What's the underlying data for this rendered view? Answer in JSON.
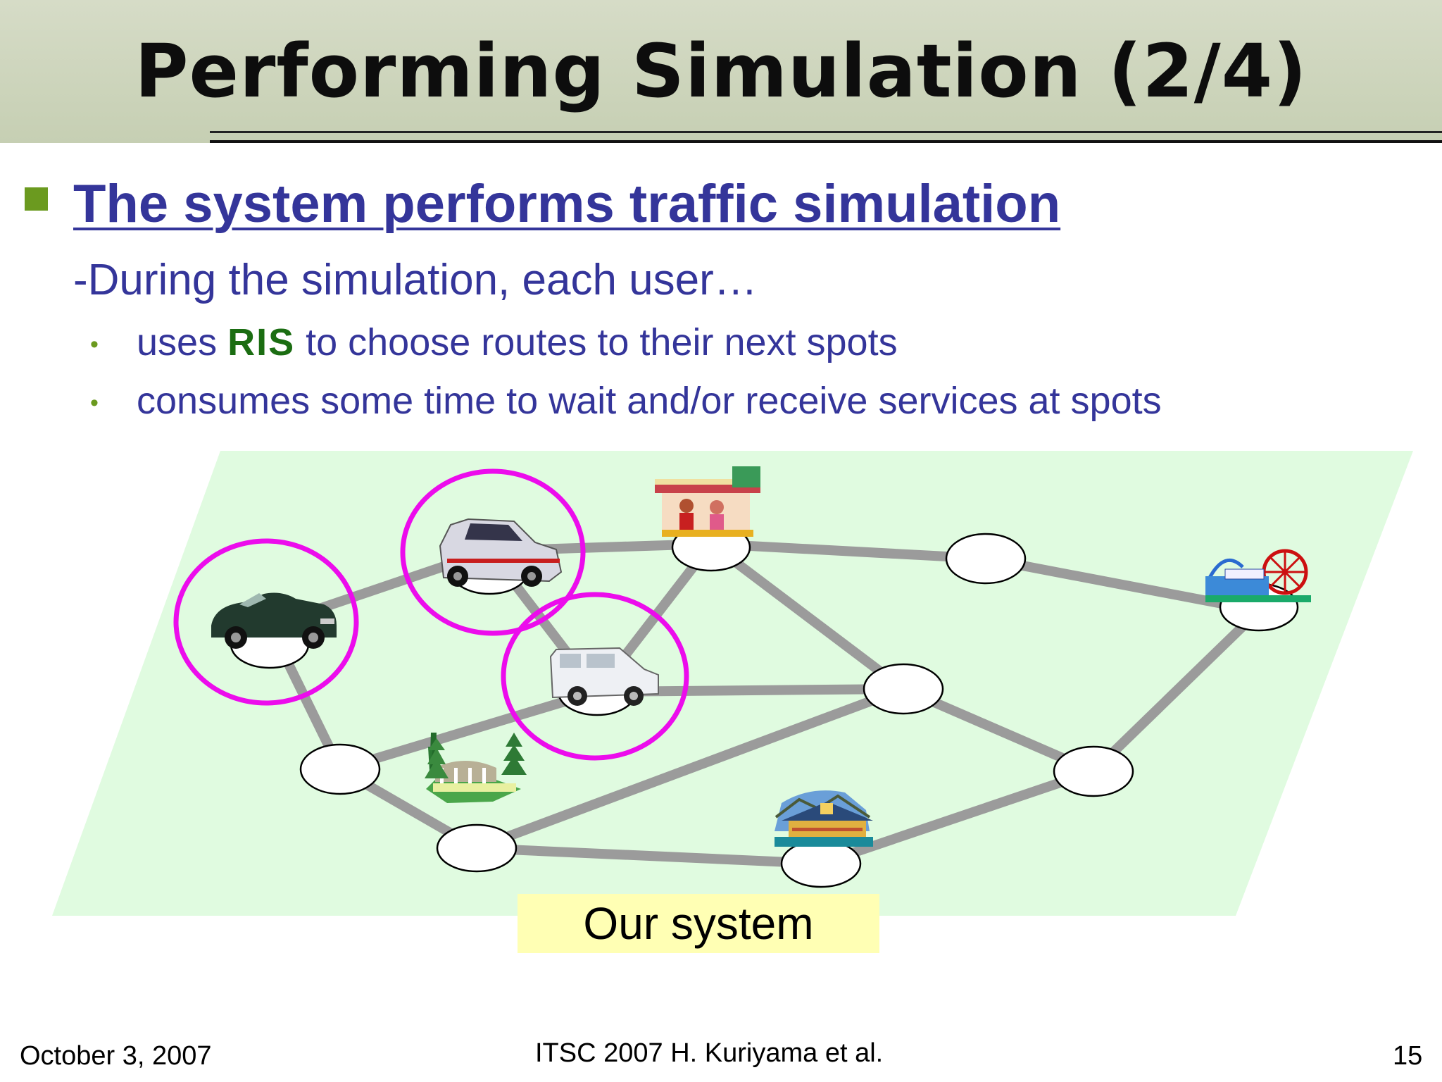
{
  "slide": {
    "title": "Performing Simulation (2/4)",
    "heading": "The system performs traffic simulation",
    "subheading": "-During the simulation, each user…",
    "bullets": [
      {
        "pre": "uses ",
        "highlight": "RIS",
        "post": " to choose routes to their next spots"
      },
      {
        "text": "consumes some time to wait and/or receive services at spots"
      }
    ],
    "caption": "Our system"
  },
  "footer": {
    "date": "October 3, 2007",
    "center": "ITSC 2007 H. Kuriyama et al.",
    "page": "15"
  },
  "diagram": {
    "icons": [
      "convertible-car-icon",
      "hatchback-car-icon",
      "minivan-icon",
      "cafe-icon",
      "amusement-park-icon",
      "museum-icon",
      "temple-icon"
    ],
    "colors": {
      "ground": "#e0fbe0",
      "road": "#9b9b9b",
      "highlight": "#ec0cec",
      "caption_bg": "#ffffb4"
    }
  }
}
